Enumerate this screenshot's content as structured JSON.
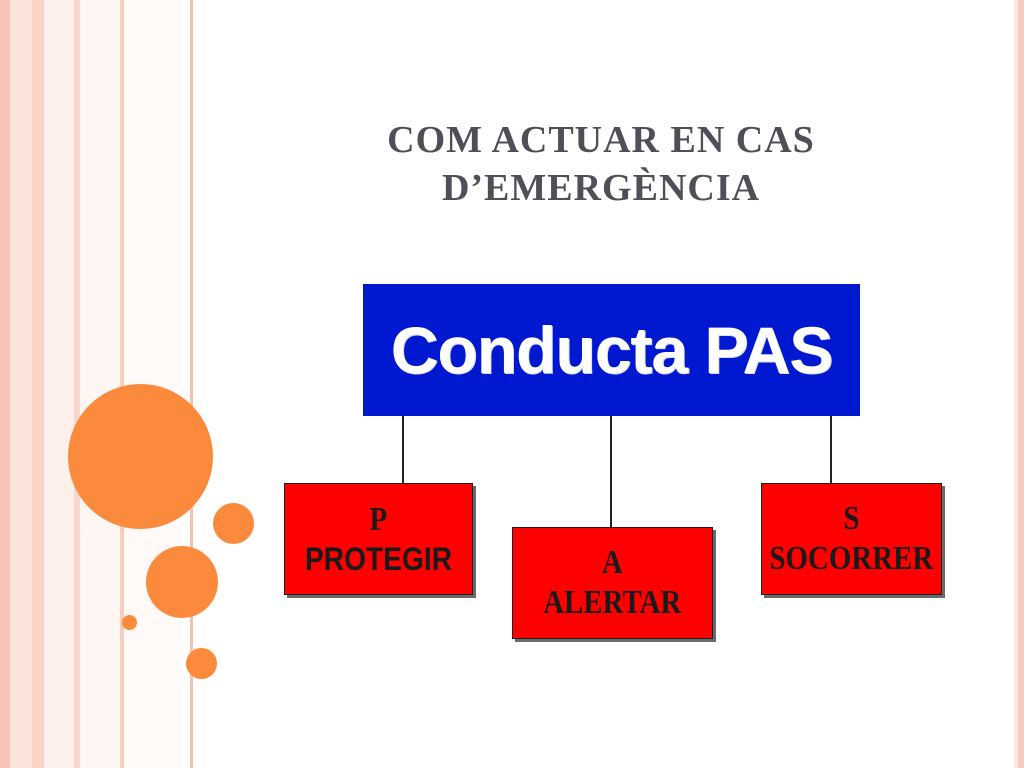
{
  "slide": {
    "title_line1": "COM ACTUAR EN CAS",
    "title_line2": "D’EMERGÈNCIA"
  },
  "diagram": {
    "root_label": "Conducta PAS",
    "branches": [
      {
        "letter": "P",
        "word": "PROTEGIR"
      },
      {
        "letter": "A",
        "word": "ALERTAR"
      },
      {
        "letter": "S",
        "word": "SOCORRER"
      }
    ]
  },
  "colors": {
    "root_fill": "#0018cf",
    "branch_fill": "#ff0000",
    "accent_circles": "#fb8a3c",
    "title_text": "#4f4f57"
  }
}
